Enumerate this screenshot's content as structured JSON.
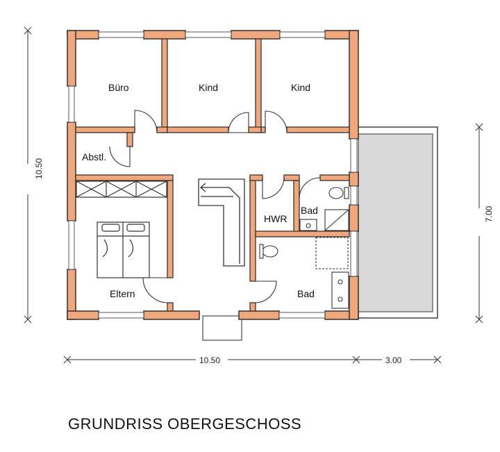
{
  "rooms": {
    "buero": "Büro",
    "kind1": "Kind",
    "kind2": "Kind",
    "abstl": "Abstl.",
    "hwr": "HWR",
    "bad_small": "Bad",
    "eltern": "Eltern",
    "bad_large": "Bad"
  },
  "dimensions": {
    "height_left": "10.50",
    "height_right": "7.00",
    "width_main": "10.50",
    "width_terrace": "3.00"
  },
  "title": "GRUNDRISS OBERGESCHOSS",
  "colors": {
    "wall": "#f0a77c",
    "wall_outline": "#333333",
    "terrace": "#d9d9d9",
    "terrace_outline": "#6f6f6f"
  }
}
